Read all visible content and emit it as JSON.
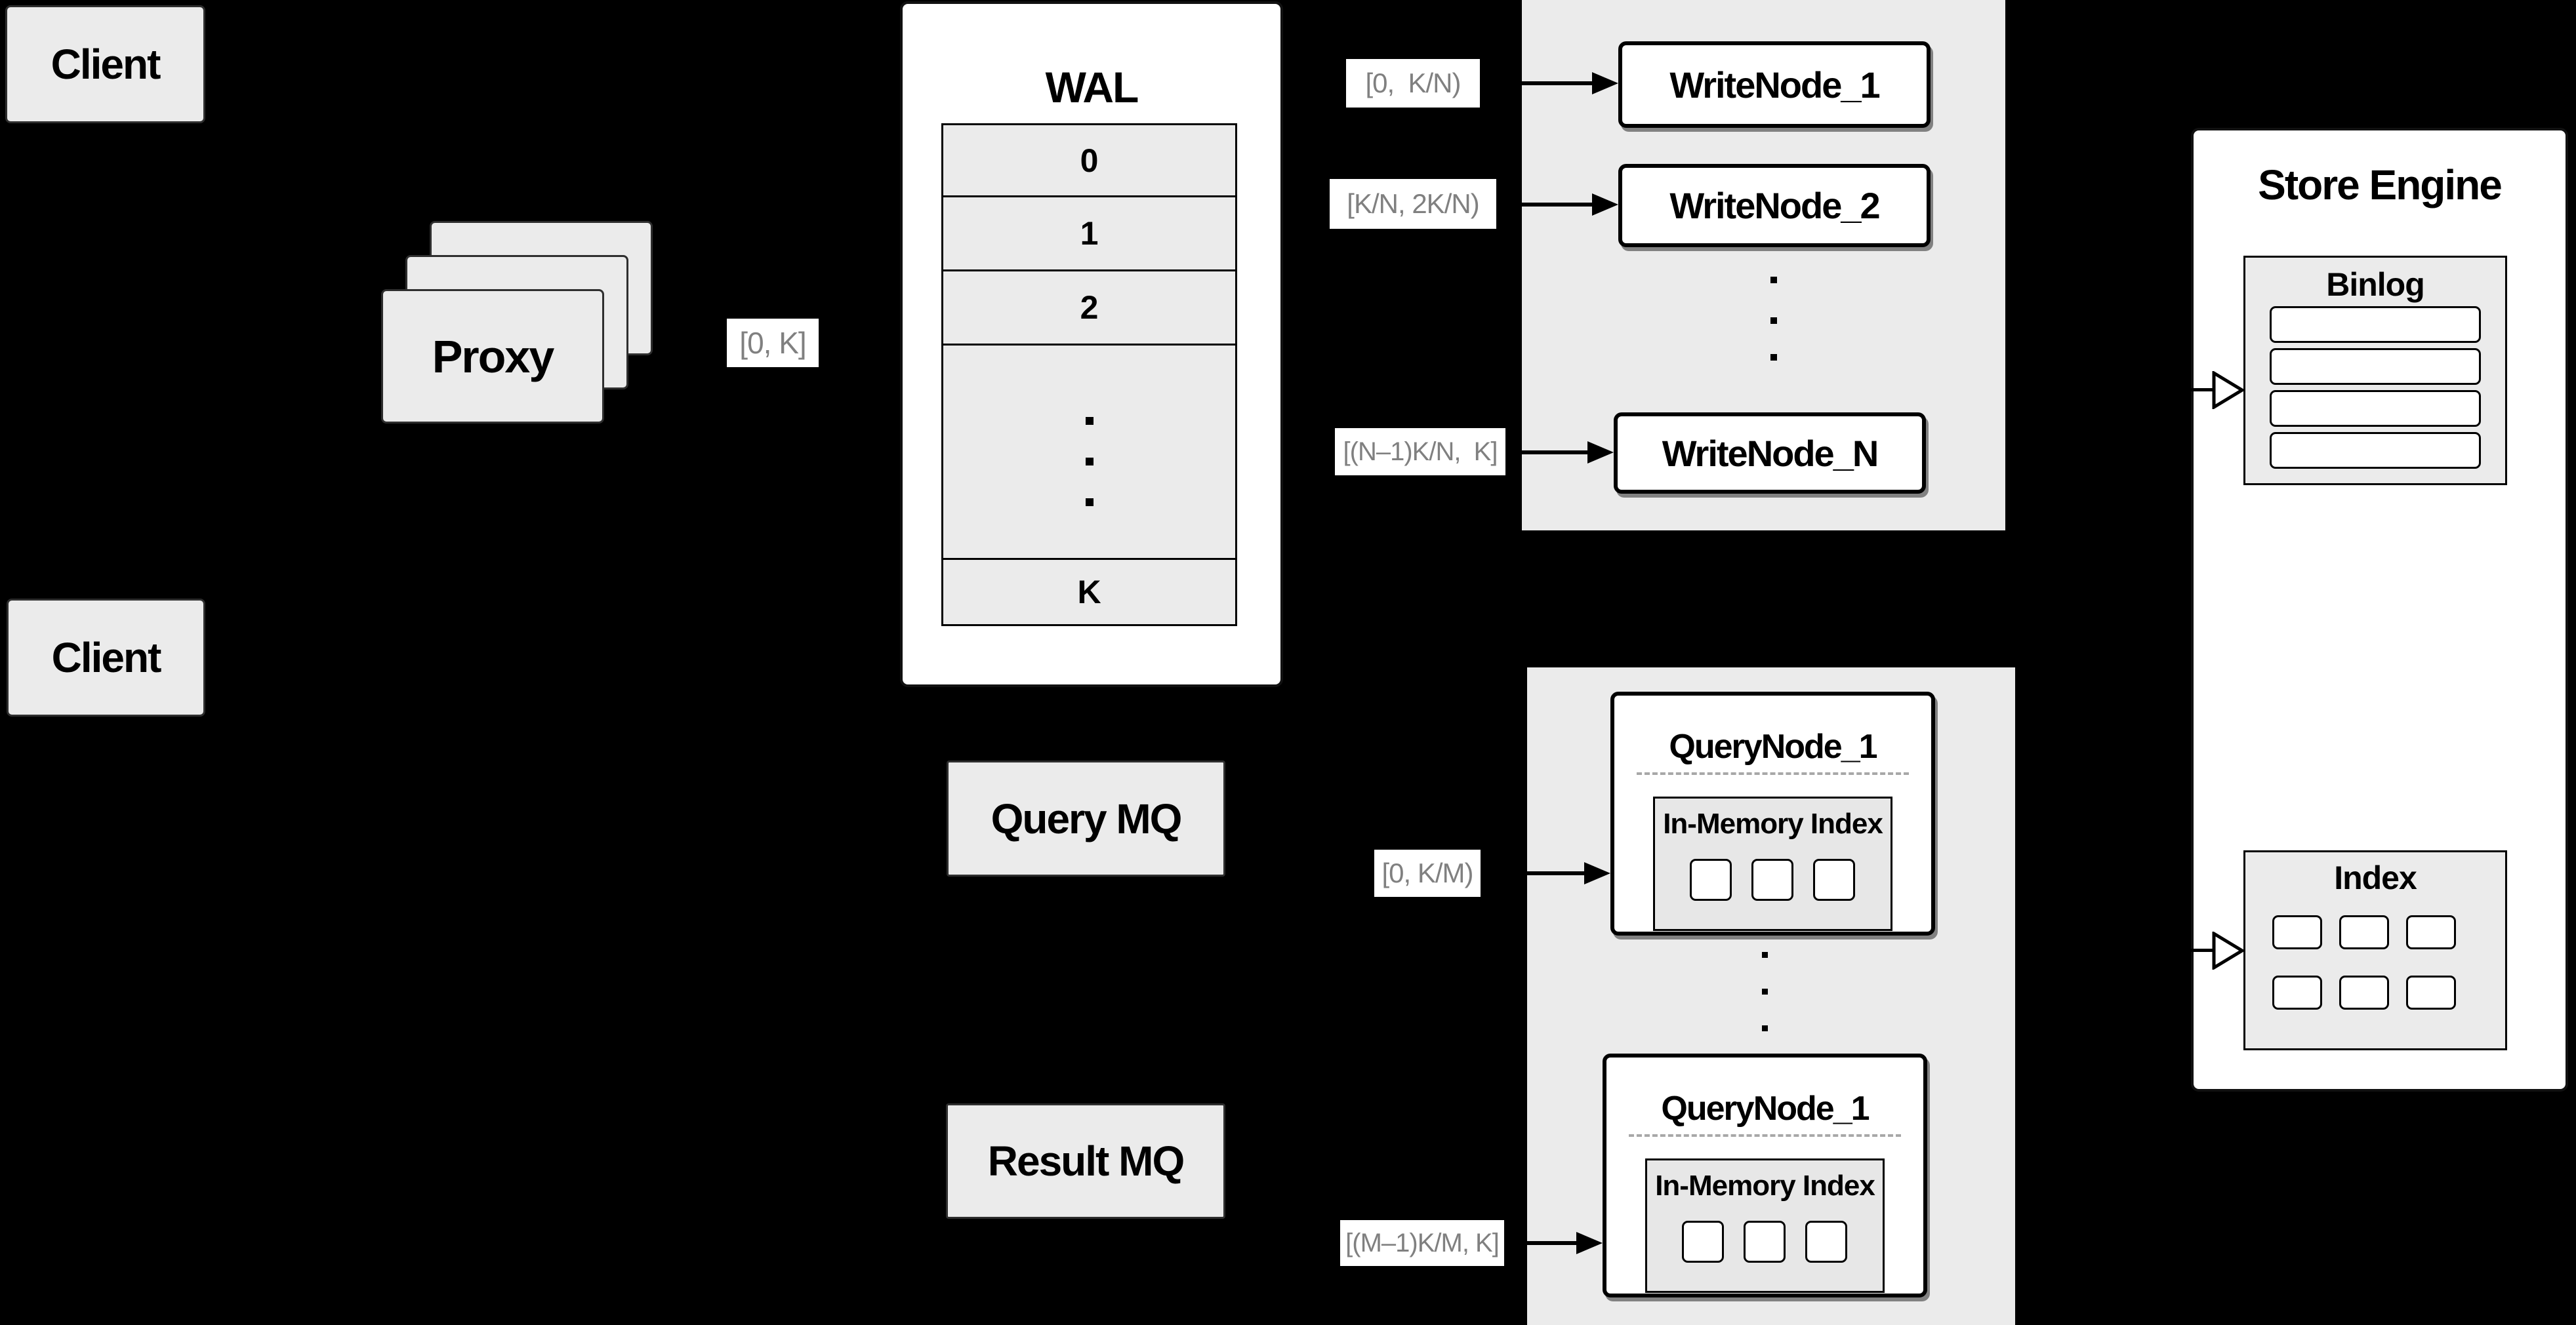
{
  "diagram": {
    "background_color": "#000000",
    "panel_fill": "#ffffff",
    "box_fill": "#ebebeb",
    "border_color": "#000000",
    "range_label_text_color": "#808080"
  },
  "clients": {
    "top": "Client",
    "bottom": "Client"
  },
  "proxy": {
    "label": "Proxy"
  },
  "wal": {
    "title": "WAL",
    "rows": [
      "0",
      "1",
      "2",
      "K"
    ]
  },
  "labels": {
    "proxy_range": "[0, K]",
    "write1": "[0,  K/N)",
    "write2": "[K/N, 2K/N)",
    "writeN": "[(N–1)K/N,  K]",
    "query1": "[0, K/M)",
    "queryM": "[(M–1)K/M, K]"
  },
  "write_nodes": {
    "node1": "WriteNode_1",
    "node2": "WriteNode_2",
    "nodeN": "WriteNode_N"
  },
  "mq": {
    "query": "Query MQ",
    "result": "Result MQ"
  },
  "query_nodes": {
    "top": {
      "title": "QueryNode_1",
      "index_title": "In-Memory Index"
    },
    "bottom": {
      "title": "QueryNode_1",
      "index_title": "In-Memory Index"
    }
  },
  "store_engine": {
    "title": "Store Engine",
    "binlog_title": "Binlog",
    "index_title": "Index",
    "binlog_rows": 4,
    "index_cells": 6
  }
}
